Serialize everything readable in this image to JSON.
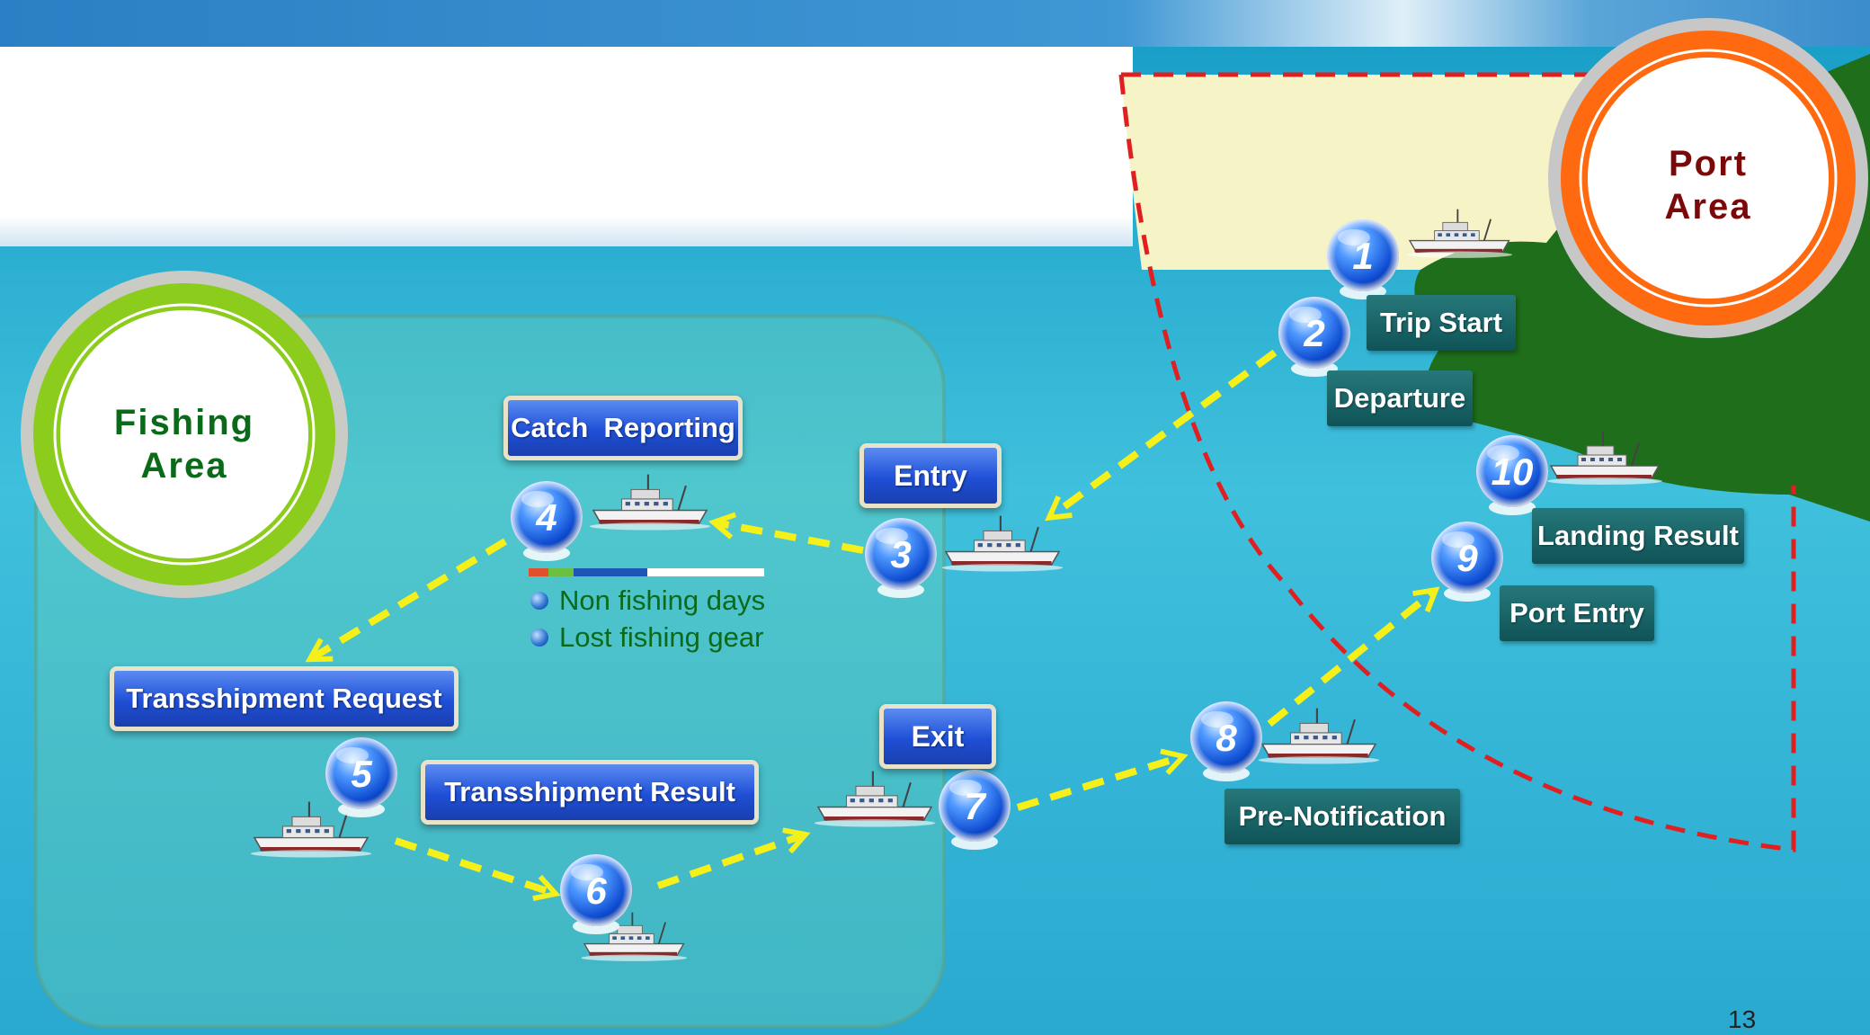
{
  "areas": {
    "fishing": {
      "line1": "Fishing",
      "line2": "Area"
    },
    "port": {
      "line1": "Port",
      "line2": "Area"
    }
  },
  "steps": {
    "s1": "1",
    "s2": "2",
    "s3": "3",
    "s4": "4",
    "s5": "5",
    "s6": "6",
    "s7": "7",
    "s8": "8",
    "s9": "9",
    "s10": "10"
  },
  "labels": {
    "trip_start": "Trip Start",
    "departure": "Departure",
    "entry": "Entry",
    "catch_reporting": "Catch  Reporting",
    "transshipment_request": "Transshipment Request",
    "transshipment_result": "Transshipment Result",
    "exit": "Exit",
    "pre_notification": "Pre-Notification",
    "port_entry": "Port Entry",
    "landing_result": "Landing Result"
  },
  "legend": {
    "item1": "Non fishing days",
    "item2": "Lost fishing gear"
  },
  "page_number": "13",
  "colors": {
    "sea": "#2bb3d6",
    "fishing_ring": "#8ccc1c",
    "fishing_text": "#0a6a1a",
    "port_ring": "#ff6a10",
    "port_text": "#7a0a0a",
    "land": "#1d6b1a",
    "boundary": "#e02020",
    "flow_arrow": "#f5f01a",
    "blue_label": "#2150d8",
    "teal_label": "#176064"
  }
}
